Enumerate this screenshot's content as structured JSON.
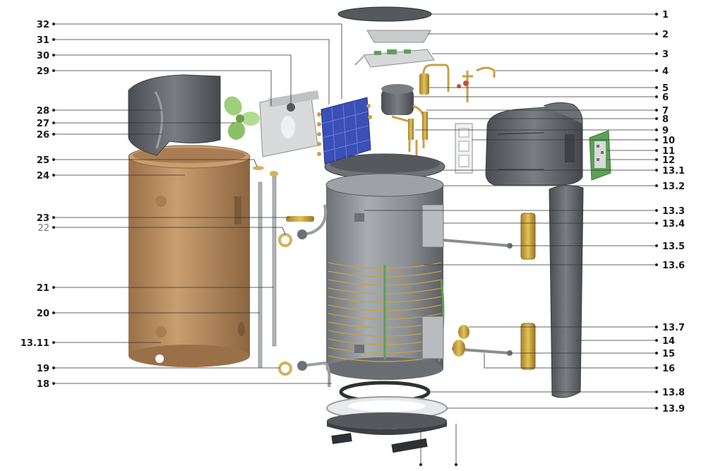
{
  "colors": {
    "tank_shell": "#8f9397",
    "outer_jacket": "#b58a5e",
    "fan_blade": "#9ed07a",
    "evaporator": "#3b4fb8",
    "control_board": "#5ea058",
    "copper": "#c9a042",
    "panel_dark": "#5f6266"
  },
  "callouts": {
    "left": [
      {
        "id": "l32",
        "text": "32"
      },
      {
        "id": "l31",
        "text": "31"
      },
      {
        "id": "l30",
        "text": "30"
      },
      {
        "id": "l29",
        "text": "29"
      },
      {
        "id": "l28",
        "text": "28"
      },
      {
        "id": "l27",
        "text": "27"
      },
      {
        "id": "l26",
        "text": "26"
      },
      {
        "id": "l25",
        "text": "25"
      },
      {
        "id": "l24",
        "text": "24"
      },
      {
        "id": "l23",
        "text": "23"
      },
      {
        "id": "l22",
        "text": "22"
      },
      {
        "id": "l21",
        "text": "21"
      },
      {
        "id": "l20",
        "text": "20"
      },
      {
        "id": "l1311",
        "text": "13.11"
      },
      {
        "id": "l19",
        "text": "19"
      },
      {
        "id": "l18",
        "text": "18"
      }
    ],
    "right": [
      {
        "id": "r1",
        "text": "1"
      },
      {
        "id": "r2",
        "text": "2"
      },
      {
        "id": "r3",
        "text": "3"
      },
      {
        "id": "r4",
        "text": "4"
      },
      {
        "id": "r5",
        "text": "5"
      },
      {
        "id": "r6",
        "text": "6"
      },
      {
        "id": "r7",
        "text": "7"
      },
      {
        "id": "r8",
        "text": "8"
      },
      {
        "id": "r9",
        "text": "9"
      },
      {
        "id": "r10",
        "text": "10"
      },
      {
        "id": "r11",
        "text": "11"
      },
      {
        "id": "r12",
        "text": "12"
      },
      {
        "id": "r131",
        "text": "13.1"
      },
      {
        "id": "r132",
        "text": "13.2"
      },
      {
        "id": "r133",
        "text": "13.3"
      },
      {
        "id": "r134",
        "text": "13.4"
      },
      {
        "id": "r135",
        "text": "13.5"
      },
      {
        "id": "r136",
        "text": "13.6"
      },
      {
        "id": "r137",
        "text": "13.7"
      },
      {
        "id": "r14",
        "text": "14"
      },
      {
        "id": "r15",
        "text": "15"
      },
      {
        "id": "r16",
        "text": "16"
      },
      {
        "id": "r138",
        "text": "13.8"
      },
      {
        "id": "r139",
        "text": "13.9"
      }
    ]
  }
}
